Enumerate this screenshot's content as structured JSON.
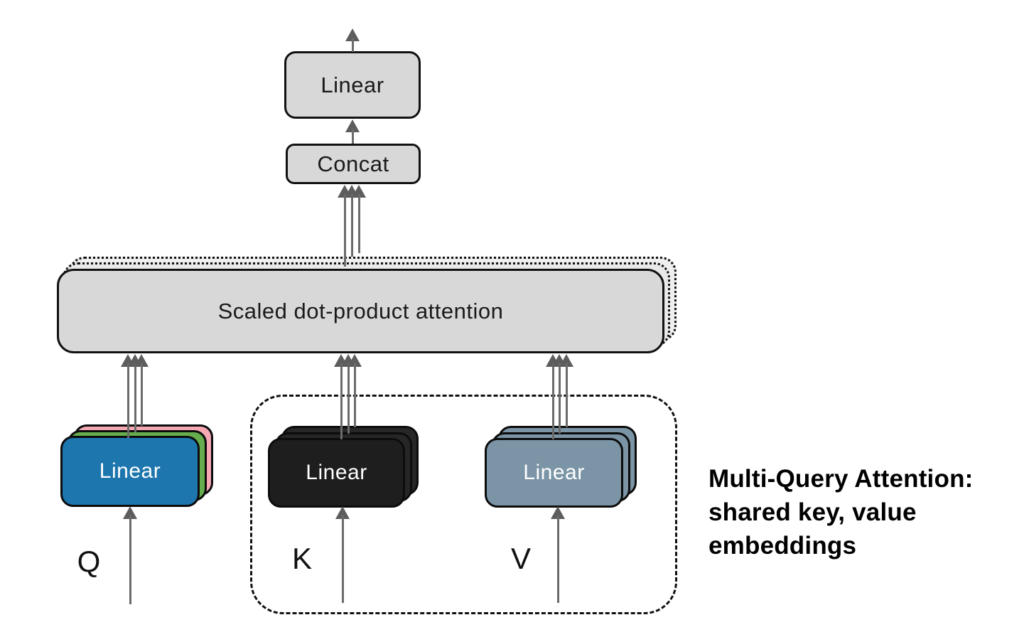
{
  "diagram": {
    "output_block": {
      "label": "Linear"
    },
    "concat_block": {
      "label": "Concat"
    },
    "attention_block": {
      "label": "Scaled dot-product attention"
    },
    "query_block": {
      "label": "Linear",
      "input_label": "Q"
    },
    "key_block": {
      "label": "Linear",
      "input_label": "K"
    },
    "value_block": {
      "label": "Linear",
      "input_label": "V"
    },
    "annotation": {
      "line1": "Multi-Query Attention:",
      "line2": "shared key, value",
      "line3": "embeddings"
    },
    "colors": {
      "block_fill": "#d8d8d8",
      "arrow": "#6b6b6b",
      "arrow_head": "#5d5d5d",
      "query_front": "#1d76ad",
      "query_mid": "#66ad4d",
      "query_back": "#f6a9b4",
      "key_front": "#1e1e1e",
      "key_back": "#262626",
      "value_front": "#7b95a6"
    }
  }
}
